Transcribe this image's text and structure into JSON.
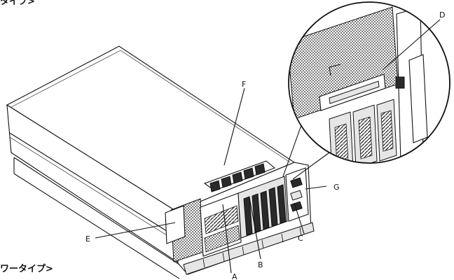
{
  "figure": {
    "header_top": "タイプ>",
    "header_bottom": "ワータイプ>",
    "labels": {
      "A": "A",
      "B": "B",
      "C": "C",
      "D": "D",
      "E": "E",
      "F": "F",
      "G": "G"
    }
  }
}
